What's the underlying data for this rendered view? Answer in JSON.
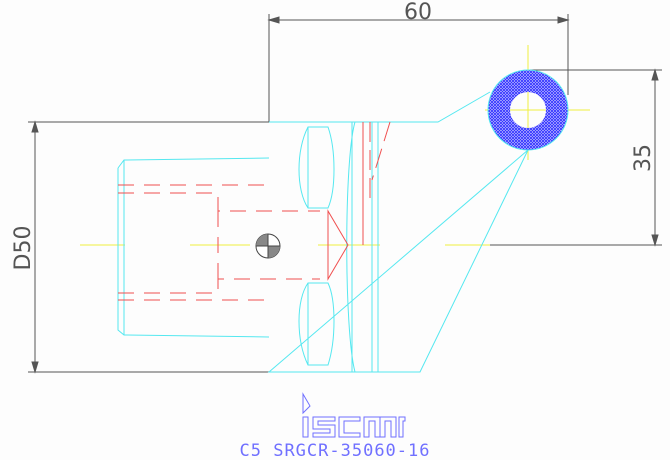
{
  "dimensions": {
    "length": "60",
    "diameter": "D50",
    "offset": "35"
  },
  "logo": "iscar",
  "part_label": "C5 SRGCR-35060-16",
  "colors": {
    "outline": "#55e8f0",
    "hidden": "#f05050",
    "centerline": "#f0f040",
    "dimension": "#555555",
    "insert": "#3030ff",
    "logo": "#7070ff"
  }
}
